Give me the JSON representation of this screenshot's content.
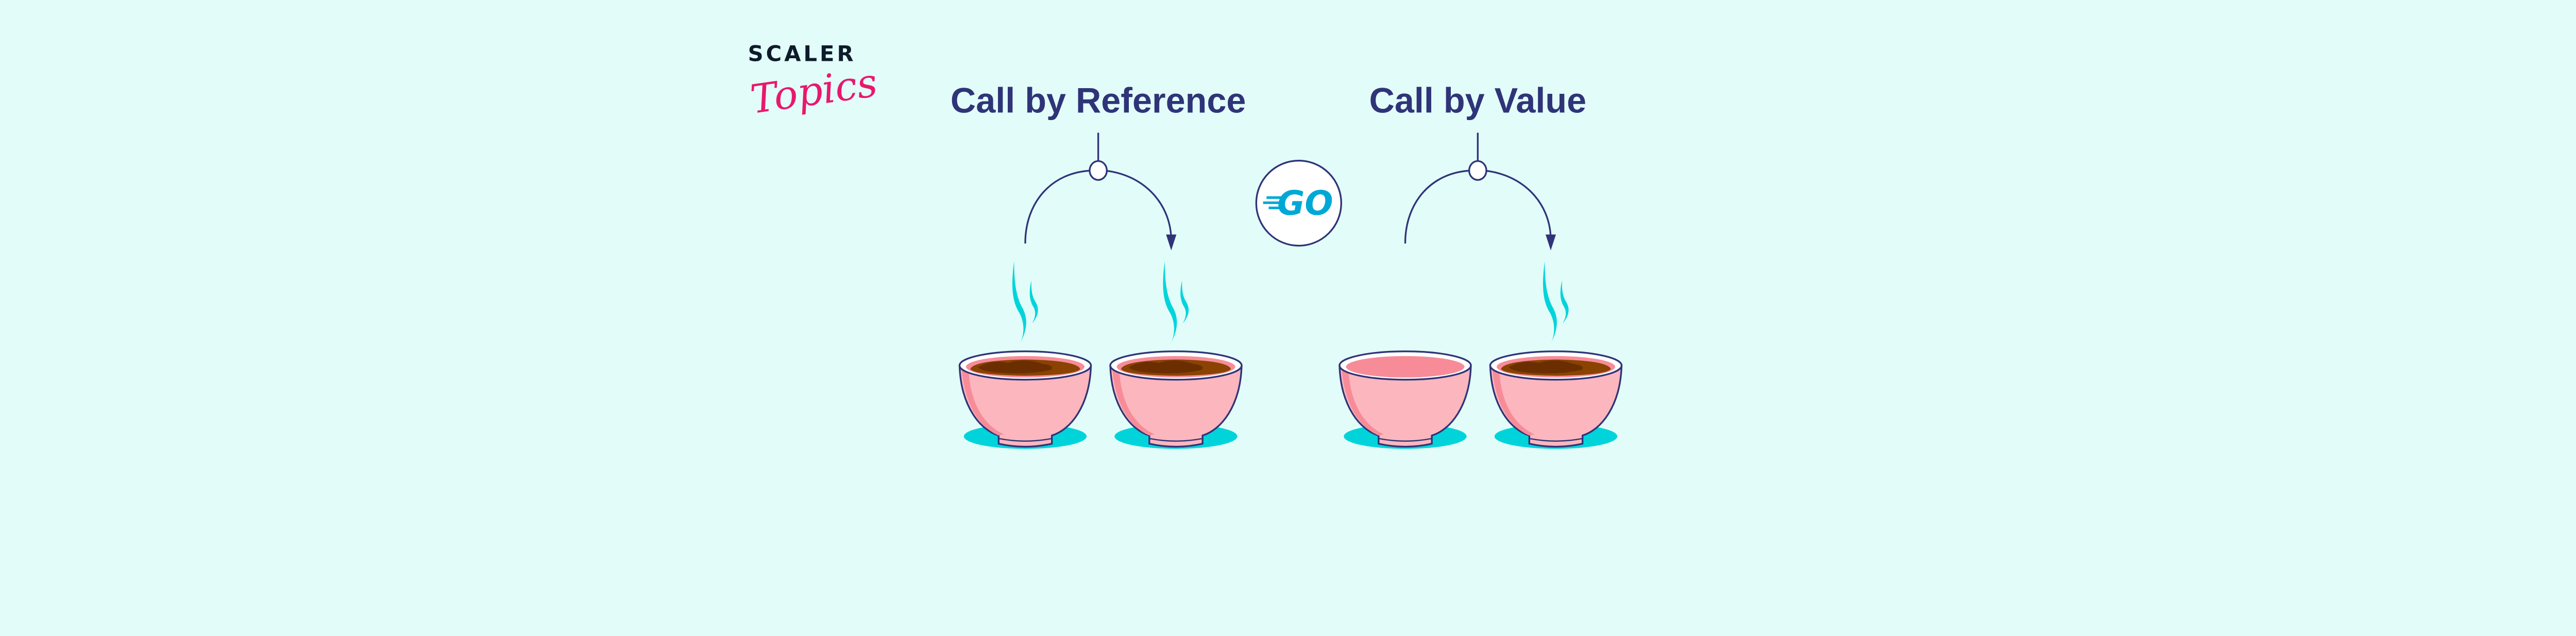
{
  "logo": {
    "line1": "SCALER",
    "line2": "Topics"
  },
  "left_panel": {
    "title": "Call by Reference"
  },
  "right_panel": {
    "title": "Call by Value"
  },
  "center_badge": {
    "text": "GO"
  },
  "colors": {
    "background": "#E2FDF9",
    "title": "#2F3478",
    "cup": "#FBB6BE",
    "coffee": "#6B2E00",
    "steam": "#00D4DA",
    "brand_pink": "#E8186D"
  }
}
